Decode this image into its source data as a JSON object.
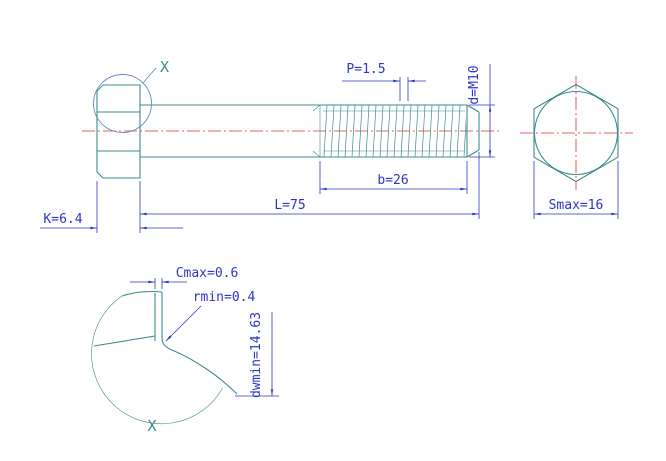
{
  "colors": {
    "background": "#ffffff",
    "outline": "#3d8b8b",
    "centerline": "#e03030",
    "dimension": "#2b35c8",
    "callout": "#6688bb"
  },
  "drawing": {
    "labels": {
      "detail_callout": "X",
      "pitch": "P=1.5",
      "thread_diameter": "d=M10",
      "thread_length": "b=26",
      "total_length": "L=75",
      "head_height": "K=6.4",
      "width_across_flats": "Smax=16",
      "chamfer_max": "Cmax=0.6",
      "fillet_radius_min": "rmin=0.4",
      "washer_face_dia_min": "dwmin=14.63",
      "detail_view_label": "X"
    }
  }
}
